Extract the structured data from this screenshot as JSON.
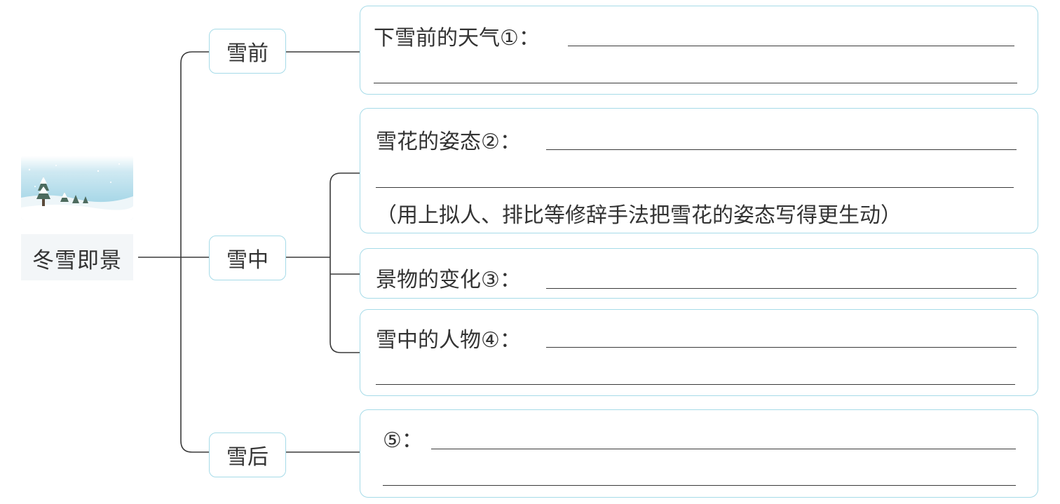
{
  "root": {
    "label": "冬雪即景",
    "image_icon": "snowy-landscape-image"
  },
  "stages": [
    {
      "label": "雪前"
    },
    {
      "label": "雪中"
    },
    {
      "label": "雪后"
    }
  ],
  "items": [
    {
      "prompt": "下雪前的天气①："
    },
    {
      "prompt": "雪花的姿态②：",
      "hint": "（用上拟人、排比等修辞手法把雪花的姿态写得更生动）"
    },
    {
      "prompt": "景物的变化③："
    },
    {
      "prompt": "雪中的人物④："
    },
    {
      "prompt": "⑤："
    }
  ],
  "colors": {
    "box_border": "#a6dbe8",
    "connector": "#3a3a3a",
    "text": "#333333"
  }
}
